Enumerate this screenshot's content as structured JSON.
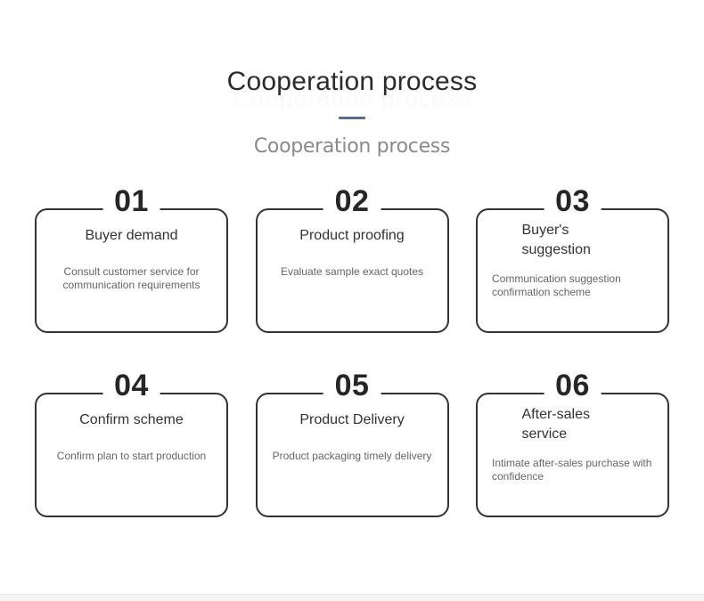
{
  "header": {
    "title": "Cooperation process",
    "subtitle": "Cooperation process",
    "watermark": "Cooperation process",
    "divider_color": "#5a6b8c"
  },
  "theme": {
    "page_background": "#ffffff",
    "card_border_color": "#333333",
    "number_color": "#262626",
    "title_color": "#333333",
    "description_color": "#666666",
    "subtitle_color": "#8a8a8a"
  },
  "cards": [
    {
      "number": "01",
      "title": "Buyer demand",
      "description": "Consult customer service for communication requirements",
      "wrap": false
    },
    {
      "number": "02",
      "title": "Product proofing",
      "description": "Evaluate sample exact quotes",
      "wrap": false
    },
    {
      "number": "03",
      "title": "Buyer's suggestion",
      "description": "Communication suggestion confirmation scheme",
      "wrap": true
    },
    {
      "number": "04",
      "title": "Confirm scheme",
      "description": "Confirm plan to start production",
      "wrap": false
    },
    {
      "number": "05",
      "title": "Product Delivery",
      "description": "Product packaging timely delivery",
      "wrap": false
    },
    {
      "number": "06",
      "title": "After-sales service",
      "description": "Intimate after-sales purchase with confidence",
      "wrap": true
    }
  ]
}
